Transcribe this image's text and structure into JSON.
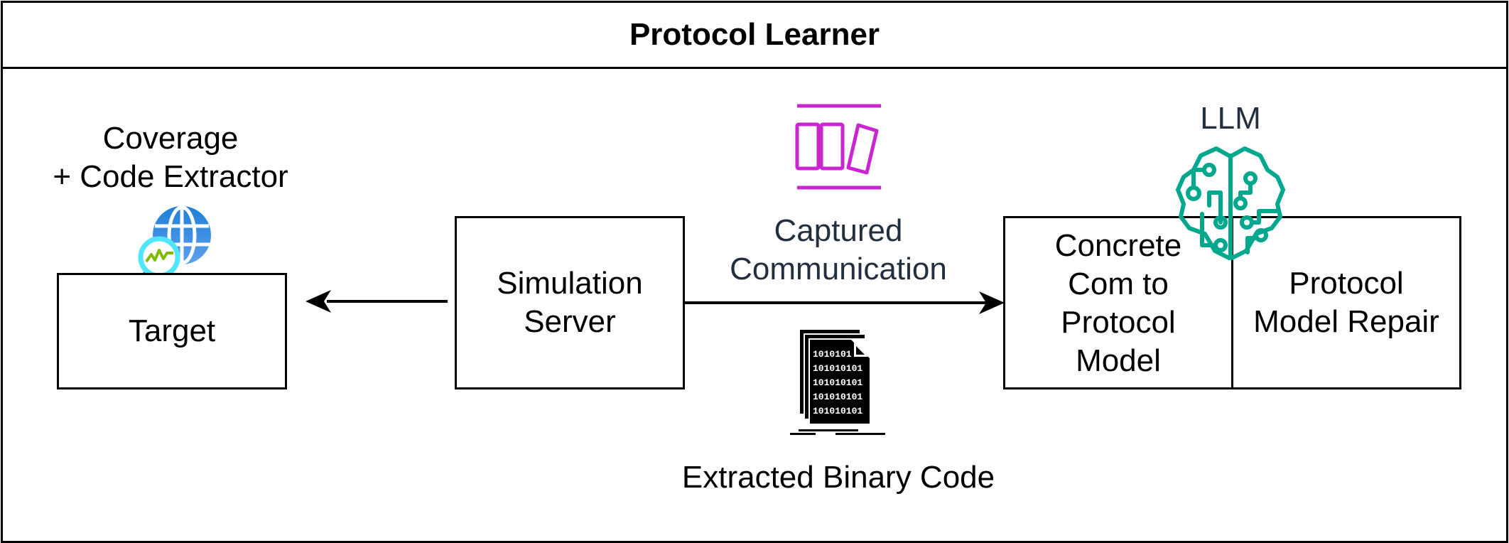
{
  "title": "Protocol Learner",
  "colors": {
    "border": "#000000",
    "captured_icon": "#c925d1",
    "llm_icon": "#01a88d",
    "dark_text": "#232f3e",
    "globe_blue": "#1976d2",
    "magnifier_cyan": "#50e6ff",
    "pulse_green": "#7fba00"
  },
  "nodes": {
    "target": {
      "label": "Target"
    },
    "simulation_server": {
      "label_line1": "Simulation",
      "label_line2": "Server"
    },
    "concrete_com": {
      "lines": [
        "Concrete",
        "Com to",
        "Protocol",
        "Model"
      ]
    },
    "model_repair": {
      "lines": [
        "Protocol",
        "Model Repair"
      ]
    }
  },
  "labels": {
    "coverage_line1": "Coverage",
    "coverage_line2": "+ Code Extractor",
    "captured_line1": "Captured",
    "captured_line2": "Communication",
    "llm": "LLM",
    "extracted_binary": "Extracted Binary Code"
  },
  "icons": {
    "coverage": "globe-magnifier-icon",
    "captured": "message-queue-icon",
    "binary": "binary-document-stack-icon",
    "llm": "circuit-brain-icon"
  },
  "edges": [
    {
      "from": "simulation_server",
      "to": "target"
    },
    {
      "from": "simulation_server",
      "to": "concrete_com"
    }
  ]
}
